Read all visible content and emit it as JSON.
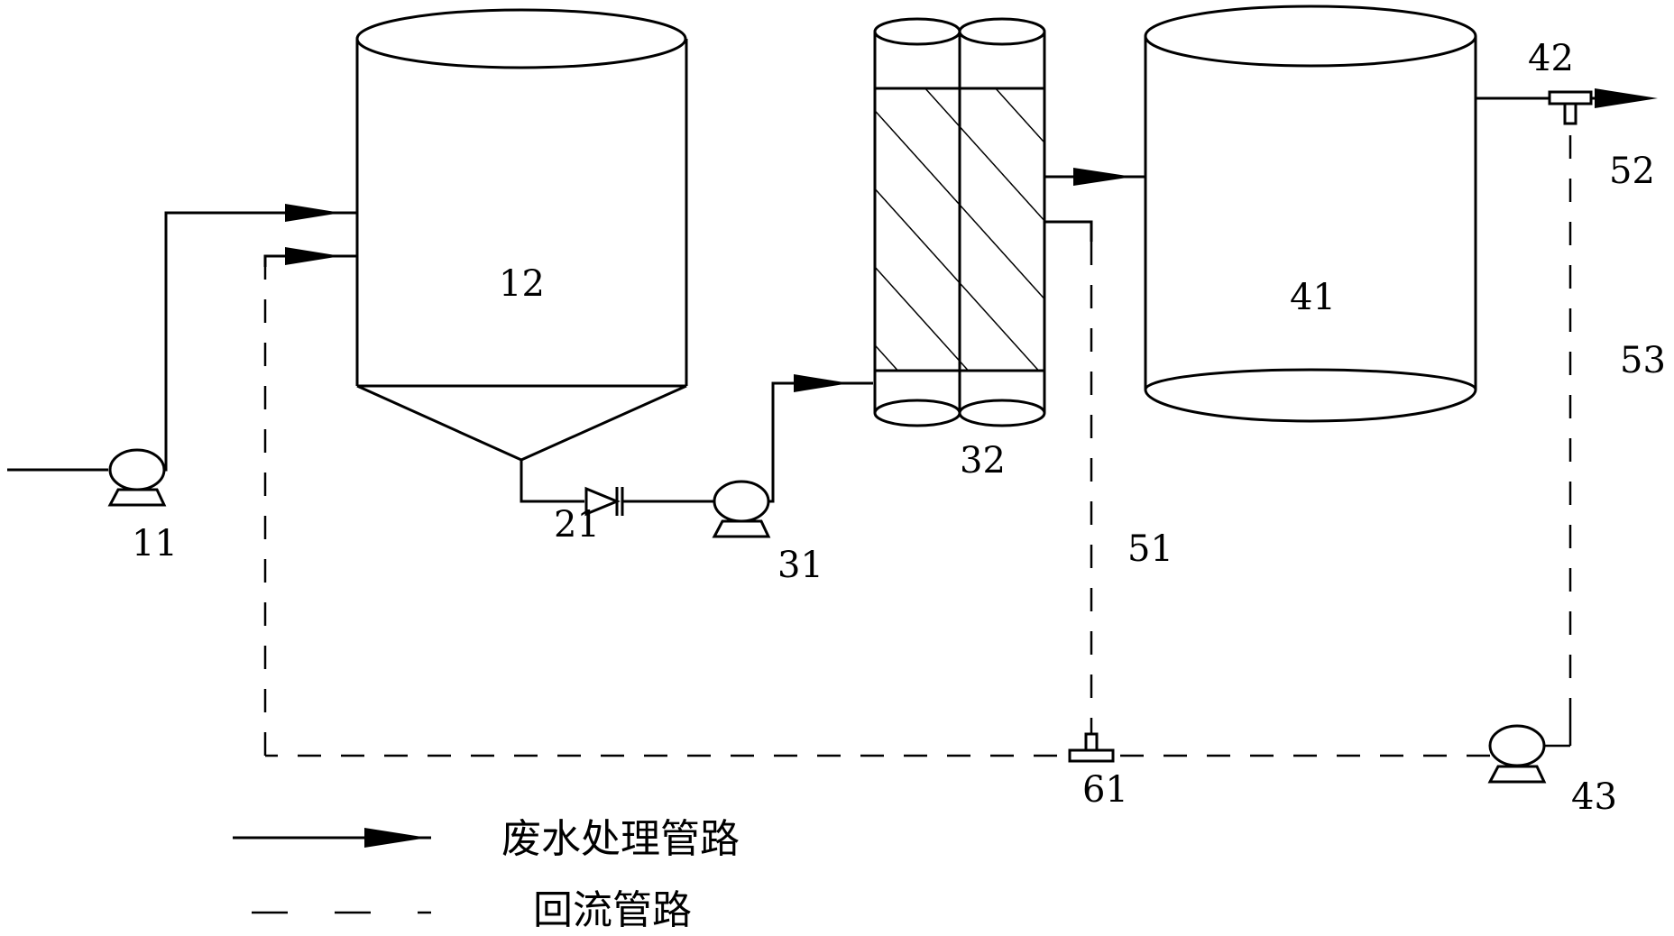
{
  "labels": {
    "pump_11": "11",
    "tank_12": "12",
    "valve_21": "21",
    "pump_31": "31",
    "column_32": "32",
    "tank_41": "41",
    "tee_42": "42",
    "pump_43": "43",
    "line_51": "51",
    "line_52": "52",
    "line_53": "53",
    "tee_61": "61"
  },
  "legend": {
    "treatment_pipeline": "废水处理管路",
    "reflux_pipeline": "回流管路"
  }
}
